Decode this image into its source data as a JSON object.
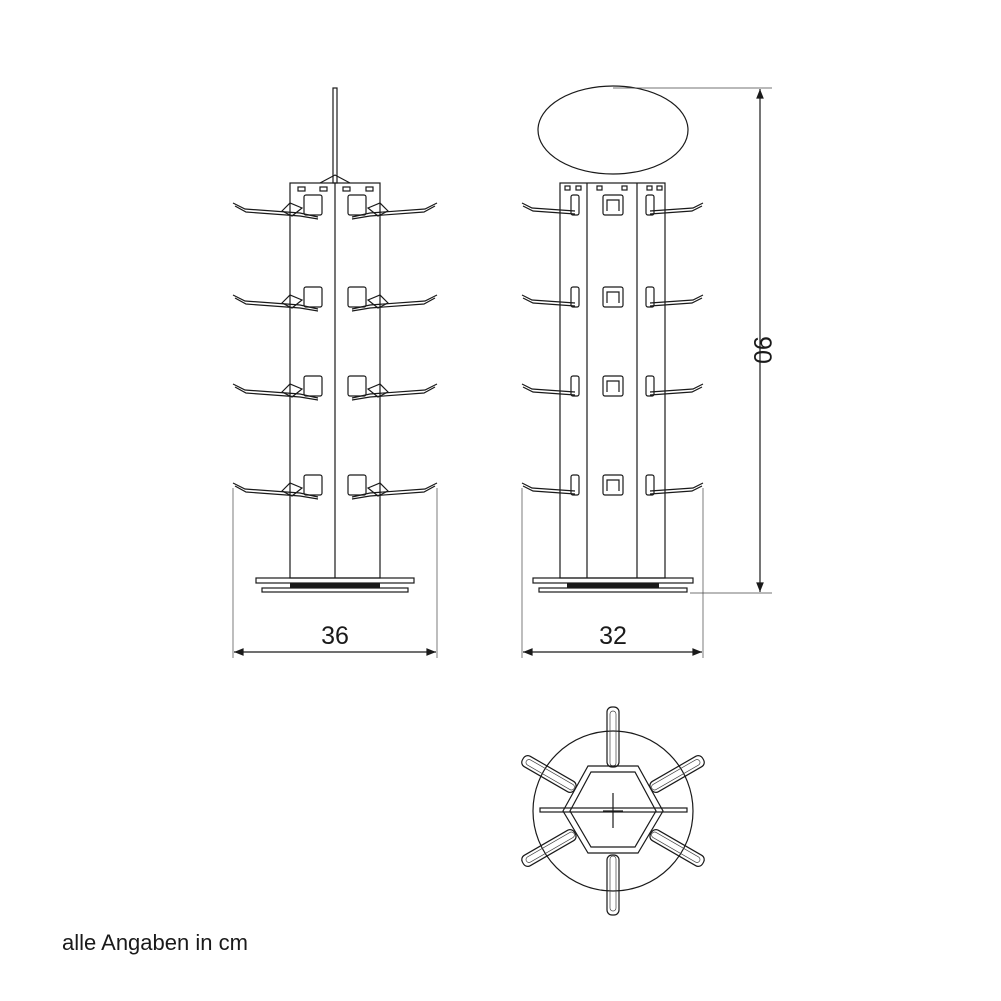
{
  "dimensions": {
    "front_width": "36",
    "side_width": "32",
    "height": "90"
  },
  "note": "alle Angaben in cm",
  "colors": {
    "line": "#1a1a1a",
    "background": "#ffffff"
  }
}
